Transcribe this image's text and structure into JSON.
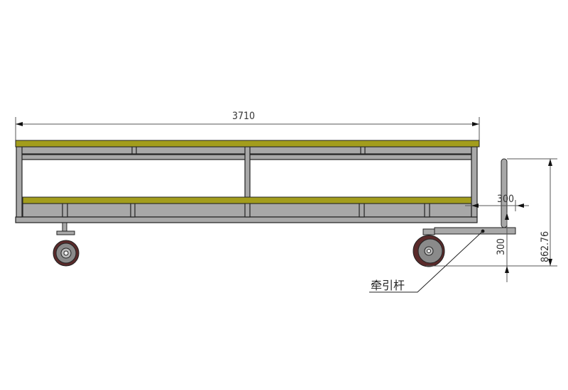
{
  "drawing": {
    "dimensions": {
      "overall_length": "3710",
      "tow_height": "862.76",
      "horizontal_offset": "300",
      "vertical_offset": "300"
    },
    "callout": "牵引杆",
    "colors": {
      "deck": "#a39d1c",
      "frame": "#a8a8a8",
      "outline": "#222222",
      "wheel": "#5a2a2a"
    }
  }
}
